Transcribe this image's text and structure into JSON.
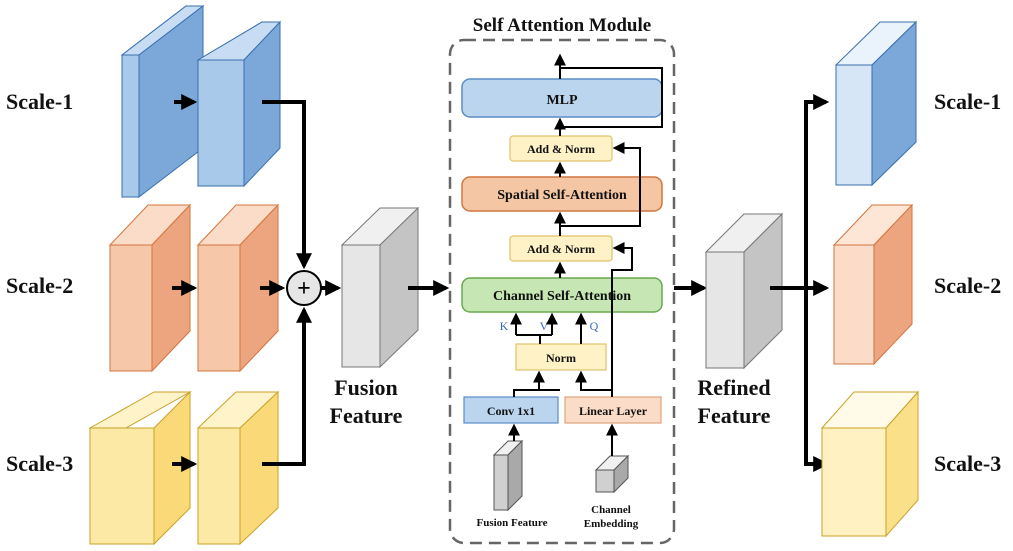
{
  "left_labels": [
    "Scale-1",
    "Scale-2",
    "Scale-3"
  ],
  "right_labels": [
    "Scale-1",
    "Scale-2",
    "Scale-3"
  ],
  "fusion_label": [
    "Fusion",
    "Feature"
  ],
  "refined_label": [
    "Refined",
    "Feature"
  ],
  "plus_symbol": "+",
  "module": {
    "title": "Self Attention Module",
    "mlp": "MLP",
    "add_norm_top": "Add & Norm",
    "spatial": "Spatial Self-Attention",
    "add_norm_bottom": "Add & Norm",
    "channel": "Channel Self-Attention",
    "k": "K",
    "v": "V",
    "q": "Q",
    "norm": "Norm",
    "conv": "Conv 1x1",
    "linear": "Linear Layer",
    "fusion_input": "Fusion Feature",
    "channel_embedding": [
      "Channel",
      "Embedding"
    ]
  },
  "colors": {
    "blue_front": "#a9c9ea",
    "blue_side": "#7ba7d9",
    "blue_top": "#c8ddf3",
    "orange_front": "#f6c7a8",
    "orange_side": "#eda580",
    "orange_top": "#fadcc8",
    "yellow_front": "#fde9a6",
    "yellow_side": "#f9d978",
    "yellow_top": "#fef3c9",
    "gray_front": "#e6e6e6",
    "gray_side": "#c4c4c4",
    "gray_top": "#f0f0f0"
  }
}
